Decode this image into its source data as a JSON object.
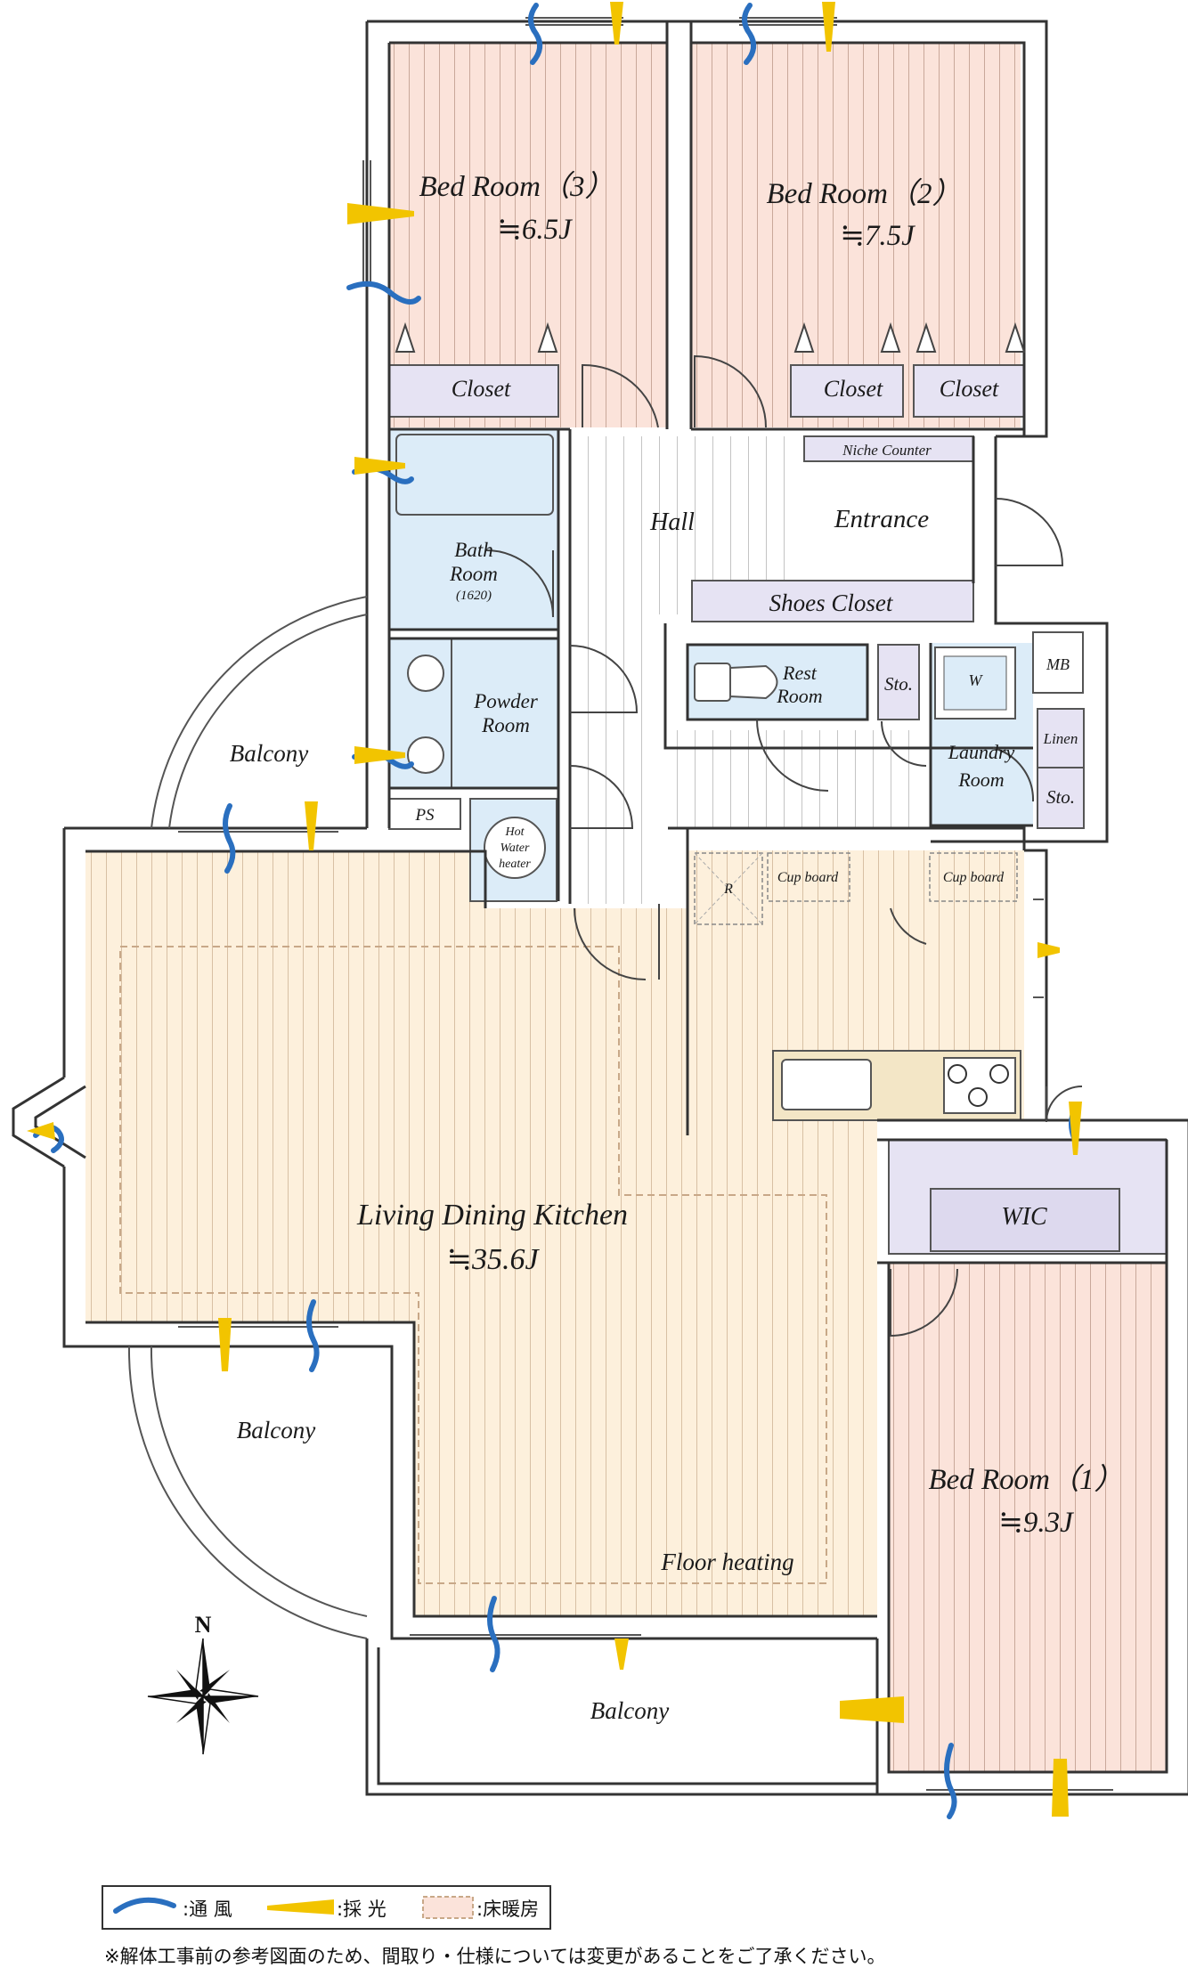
{
  "rooms": {
    "bed3": {
      "name": "Bed Room（3）",
      "size": "≒6.5J"
    },
    "bed2": {
      "name": "Bed Room（2）",
      "size": "≒7.5J"
    },
    "bed1": {
      "name": "Bed Room（1）",
      "size": "≒9.3J"
    },
    "ldk": {
      "name": "Living Dining Kitchen",
      "size": "≒35.6J"
    },
    "closet_bed3": "Closet",
    "closet_bed2_a": "Closet",
    "closet_bed2_b": "Closet",
    "hall": "Hall",
    "niche": "Niche Counter",
    "entrance": "Entrance",
    "shoes": "Shoes Closet",
    "bath": {
      "line1": "Bath",
      "line2": "Room",
      "line3": "(1620)"
    },
    "powder": {
      "line1": "Powder",
      "line2": "Room"
    },
    "rest": {
      "line1": "Rest",
      "line2": "Room"
    },
    "sto1": "Sto.",
    "w": "W",
    "mb": "MB",
    "laundry": {
      "line1": "Laundry",
      "line2": "Room"
    },
    "linen": "Linen",
    "sto2": "Sto.",
    "ps": "PS",
    "hotwater": {
      "line1": "Hot",
      "line2": "Water",
      "line3": "heater"
    },
    "refrig": "R",
    "cupboard1": "Cup board",
    "cupboard2": "Cup board",
    "wic": "WIC",
    "floor_heating": "Floor heating",
    "balcony_top": "Balcony",
    "balcony_left": "Balcony",
    "balcony_bottom": "Balcony"
  },
  "compass": "N",
  "legend": {
    "wind": ":通 風",
    "light": ":採 光",
    "floor_heat": ":床暖房"
  },
  "note": "※解体工事前の参考図面のため、間取り・仕様については変更があることをご了承ください。",
  "colors": {
    "bedroom_fill": "#fbe3da",
    "ldk_fill": "#fdf0dc",
    "wet_fill": "#dcecf8",
    "storage_fill": "#e6e3f3",
    "wall": "#333333",
    "wind": "#2a6fbf",
    "light": "#f2c400"
  }
}
